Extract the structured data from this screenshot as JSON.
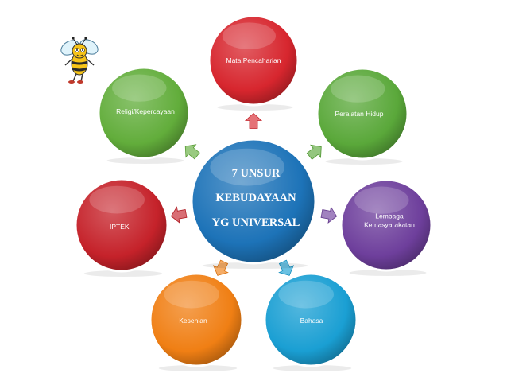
{
  "diagram": {
    "center": {
      "lines": [
        "7 UNSUR",
        "KEBUDAYAAN",
        "YG UNIVERSAL"
      ],
      "color": "#1d73b8"
    },
    "nodes": [
      {
        "label": "Mata Pencaharian",
        "lines": [
          "Mata Pencaharian"
        ],
        "color": "#d7262e"
      },
      {
        "label": "Peralatan Hidup",
        "lines": [
          "Peralatan Hidup"
        ],
        "color": "#5aa83a"
      },
      {
        "label": "Lembaga Kemasyarakatan",
        "lines": [
          "Lembaga",
          "Kemasyarakatan"
        ],
        "color": "#6e3f9c"
      },
      {
        "label": "Bahasa",
        "lines": [
          "Bahasa"
        ],
        "color": "#1a9fd3"
      },
      {
        "label": "Kesenian",
        "lines": [
          "Kesenian"
        ],
        "color": "#f07f14"
      },
      {
        "label": "IPTEK",
        "lines": [
          "IPTEK"
        ],
        "color": "#c5222a"
      },
      {
        "label": "Religi/Kepercayaan",
        "lines": [
          "Religi/Kepercayaan"
        ],
        "color": "#62ad3b"
      }
    ],
    "mascot_icon": "bee-icon"
  }
}
